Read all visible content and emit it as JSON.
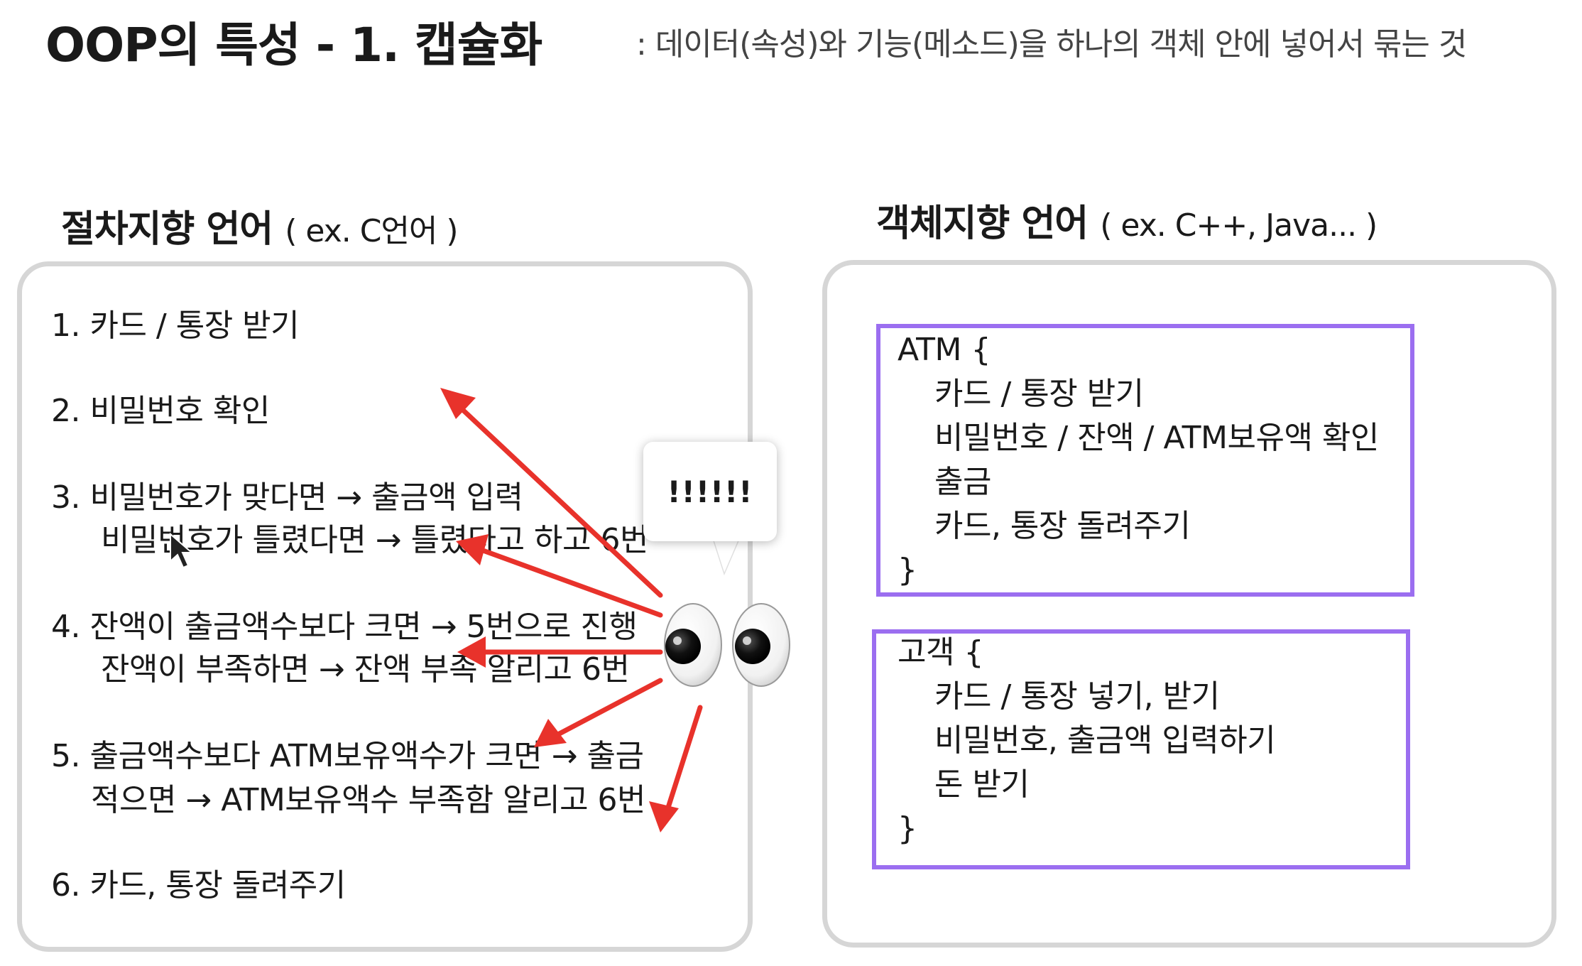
{
  "title": {
    "main": "OOP의 특성  - 1. 캡슐화",
    "description": ": 데이터(속성)와 기능(메소드)을 하나의 객체 안에 넣어서 묶는 것"
  },
  "left": {
    "heading": "절차지향 언어",
    "heading_sub": "( ex. C언어 )",
    "steps": [
      "1.  카드 / 통장 받기",
      "2.  비밀번호 확인",
      "3.  비밀번호가 맞다면 → 출금액 입력",
      "비밀번호가 틀렸다면 → 틀렸다고 하고 6번",
      "4.  잔액이 출금액수보다 크면 → 5번으로 진행",
      "잔액이 부족하면 → 잔액 부족 알리고 6번",
      "5. 출금액수보다 ATM보유액수가 크면 → 출금",
      "적으면 → ATM보유액수 부족함 알리고 6번",
      "6. 카드, 통장 돌려주기"
    ]
  },
  "right": {
    "heading": "객체지향 언어",
    "heading_sub": "( ex. C++, Java... )",
    "atm": {
      "open": "ATM {",
      "lines": [
        "카드 / 통장 받기",
        "비밀번호 / 잔액 / ATM보유액 확인",
        "출금",
        "카드, 통장 돌려주기"
      ],
      "close": "}"
    },
    "customer": {
      "open": "고객 {",
      "lines": [
        "카드 / 통장 넣기, 받기",
        "비밀번호, 출금액 입력하기",
        "돈 받기"
      ],
      "close": "}"
    }
  },
  "bubble": {
    "text": "!!!!!!"
  },
  "colors": {
    "arrow": "#e8322b",
    "box_border": "#9b6ef0",
    "panel_border": "#d6d6d6"
  }
}
